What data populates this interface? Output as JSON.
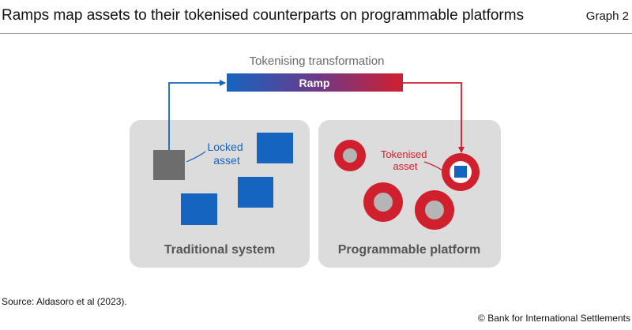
{
  "header": {
    "title": "Ramps map assets to their tokenised counterparts on programmable platforms",
    "graph_label": "Graph 2"
  },
  "diagram": {
    "transformation_label": "Tokenising transformation",
    "ramp_label": "Ramp",
    "left_panel": {
      "label": "Traditional system",
      "callout": [
        "Locked",
        "asset"
      ]
    },
    "right_panel": {
      "label": "Programmable platform",
      "callout": [
        "Tokenised",
        "asset"
      ]
    },
    "colors": {
      "blue": "#1565c0",
      "red": "#d0202e",
      "grey_asset": "#6d6d6d",
      "panel": "#dcdcdc",
      "token_core": "#b5b5b5",
      "panel_text": "#555555",
      "title_text": "#6a6a6a"
    }
  },
  "footer": {
    "source": "Source: Aldasoro et al (2023).",
    "copyright": "© Bank for International Settlements"
  }
}
